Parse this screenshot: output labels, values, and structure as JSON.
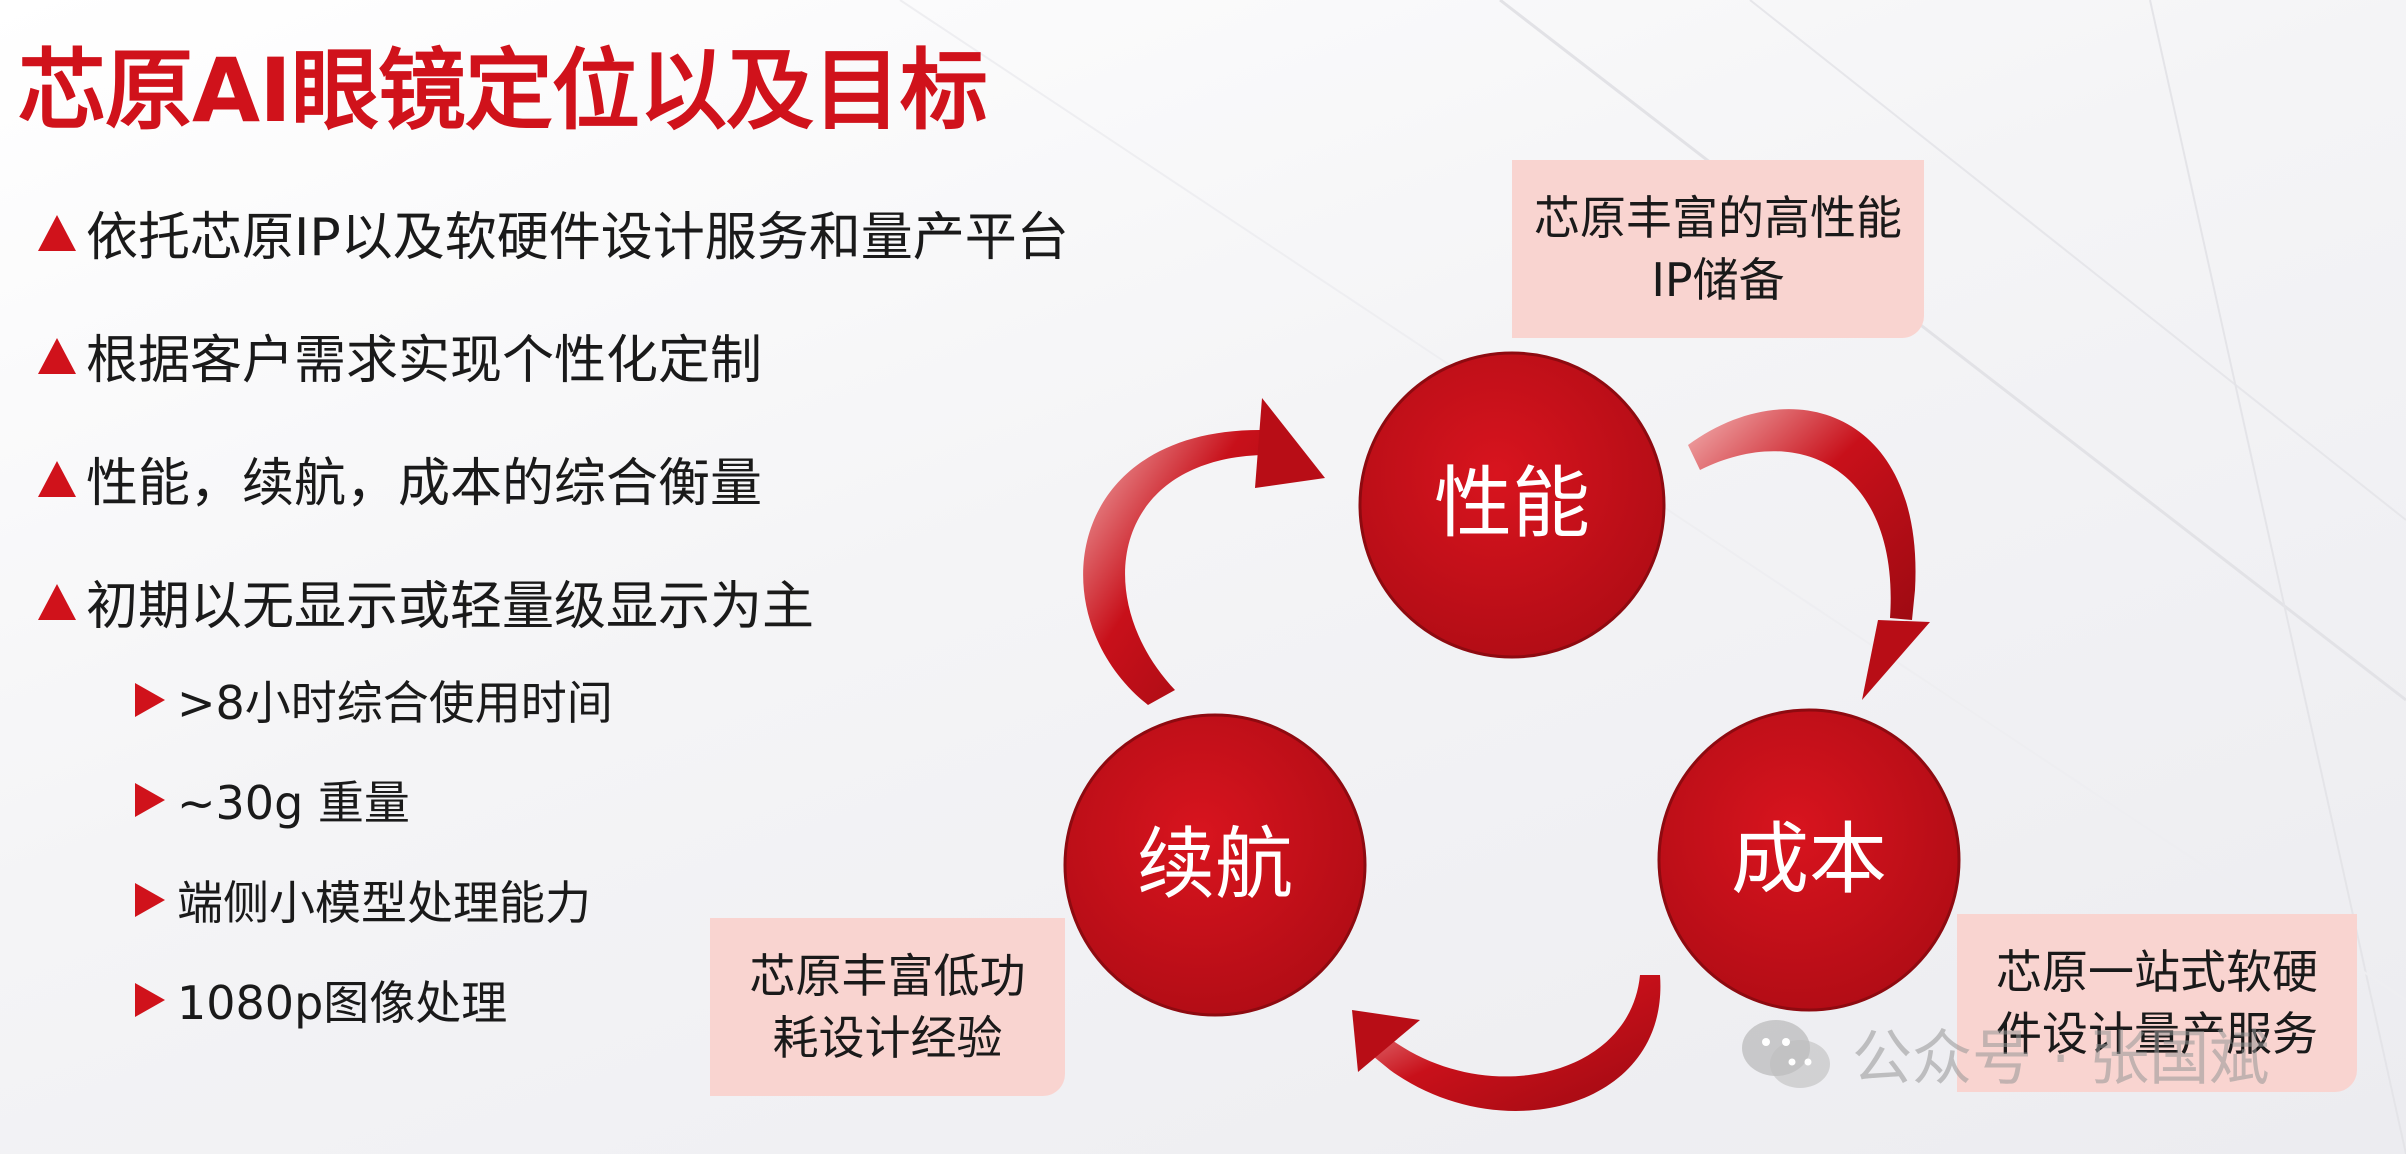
{
  "title": "芯原AI眼镜定位以及目标",
  "bullets": [
    "依托芯原IP以及软硬件设计服务和量产平台",
    "根据客户需求实现个性化定制",
    "性能，续航，成本的综合衡量",
    "初期以无显示或轻量级显示为主"
  ],
  "sub_bullets": [
    ">8小时综合使用时间",
    "~30g 重量",
    "端侧小模型处理能力",
    "1080p图像处理"
  ],
  "cycle": {
    "nodes": [
      "性能",
      "成本",
      "续航"
    ],
    "notes": {
      "top": "芯原丰富的高性能IP储备",
      "bottom_right": "芯原一站式软硬件设计量产服务",
      "bottom_left": "芯原丰富低功耗设计经验"
    },
    "colors": {
      "circle": "#c8101a",
      "arrow": "#c0101a",
      "note_bg": "#f9d4d0"
    }
  },
  "watermark": "公众号 · 张国斌",
  "colors": {
    "accent": "#d0121b"
  }
}
